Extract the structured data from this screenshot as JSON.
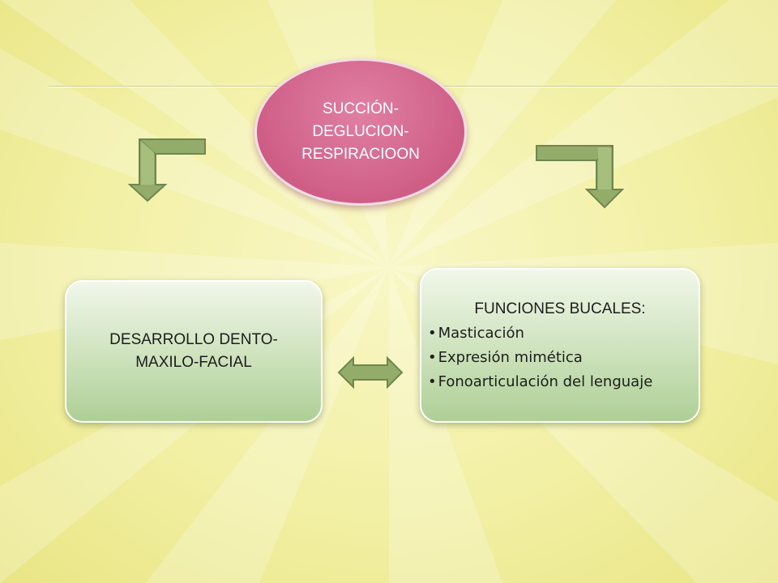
{
  "center": {
    "lines": [
      "SUCCIÓN-",
      "DEGLUCION-",
      "RESPIRACIOON"
    ]
  },
  "left_box": {
    "lines": [
      "DESARROLLO DENTO-",
      "MAXILO-FACIAL"
    ]
  },
  "right_box": {
    "title": "FUNCIONES BUCALES:",
    "items": [
      "Masticación",
      "Expresión mimética",
      "Fonoarticulación del lenguaje"
    ]
  },
  "colors": {
    "background": "#f2f0a4",
    "ellipse": "#cf5e86",
    "box": "#cde2bc",
    "arrow": "#93ac6a"
  }
}
